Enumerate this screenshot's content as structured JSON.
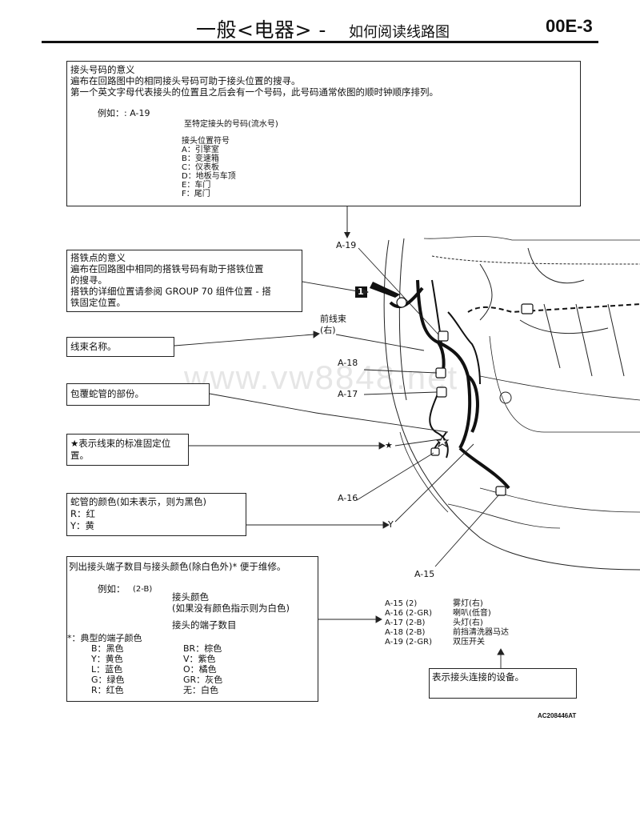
{
  "header": {
    "title": "一般<电器> -",
    "subtitle": "如何阅读线路图",
    "page_code": "00E-3"
  },
  "watermark": "www.vw8848.net",
  "connector_box": {
    "title": "接头号码的意义",
    "line1": "遍布在回路图中的相同接头号码可助于接头位置的搜寻。",
    "line2": "第一个英文字母代表接头的位置且之后会有一个号码，此号码通常依图的顺时钟顺序排列。",
    "example": "例如：: A-19",
    "serial_label": "至特定接头的号码(流水号)",
    "position_label": "接头位置符号",
    "positions": [
      "A：引擎室",
      "B：变速箱",
      "C：仪表板",
      "D：地板与车顶",
      "E：车门",
      "F：尾门"
    ]
  },
  "ground_box": {
    "lines": [
      "搭铁点的意义",
      "遍布在回路图中相同的搭铁号码有助于搭铁位置",
      "的搜寻。",
      "搭铁的详细位置请参阅 GROUP 70 组件位置 - 搭",
      "铁固定位置。"
    ]
  },
  "harness_name_box": {
    "text": "线束名称。"
  },
  "corrugated_box": {
    "text": "包覆蛇管的部份。"
  },
  "star_box": {
    "lines": [
      "★表示线束的标准固定位",
      "置。"
    ]
  },
  "tube_color_box": {
    "lines": [
      "蛇管的颜色(如未表示，则为黑色)",
      "R：红",
      "Y：黄"
    ]
  },
  "terminal_box": {
    "title": "列出接头端子数目与接头颜色(除白色外)*  便于维修。",
    "example": "例如：",
    "example_code": "(2-B)",
    "color_label": "接头颜色",
    "color_note": "(如果没有颜色指示则为白色)",
    "count_label": "接头的端子数目",
    "typical_title": "*：典型的端子颜色",
    "colors_left": [
      "B：黑色",
      "Y：黄色",
      "L：蓝色",
      "G：绿色",
      "R：红色"
    ],
    "colors_right": [
      "BR：棕色",
      "V：紫色",
      "O：橘色",
      "GR：灰色",
      "无：白色"
    ]
  },
  "device_box": {
    "text": "表示接头连接的设备。"
  },
  "diagram": {
    "ground_marker": "1",
    "harness_label_1": "前线束",
    "harness_label_2": "(右)",
    "labels": {
      "a19": "A-19",
      "a18": "A-18",
      "a17": "A-17",
      "a16": "A-16",
      "a15": "A-15",
      "star": "★",
      "y": "Y"
    }
  },
  "device_list": [
    {
      "connector": "A-15 (2)",
      "device": "雾灯(右)"
    },
    {
      "connector": "A-16 (2-GR)",
      "device": "喇叭(低音)"
    },
    {
      "connector": "A-17 (2-B)",
      "device": "头灯(右)"
    },
    {
      "connector": "A-18 (2-B)",
      "device": "前挡清洗器马达"
    },
    {
      "connector": "A-19 (2-GR)",
      "device": "双压开关"
    }
  ],
  "figure_id": "AC208446AT"
}
